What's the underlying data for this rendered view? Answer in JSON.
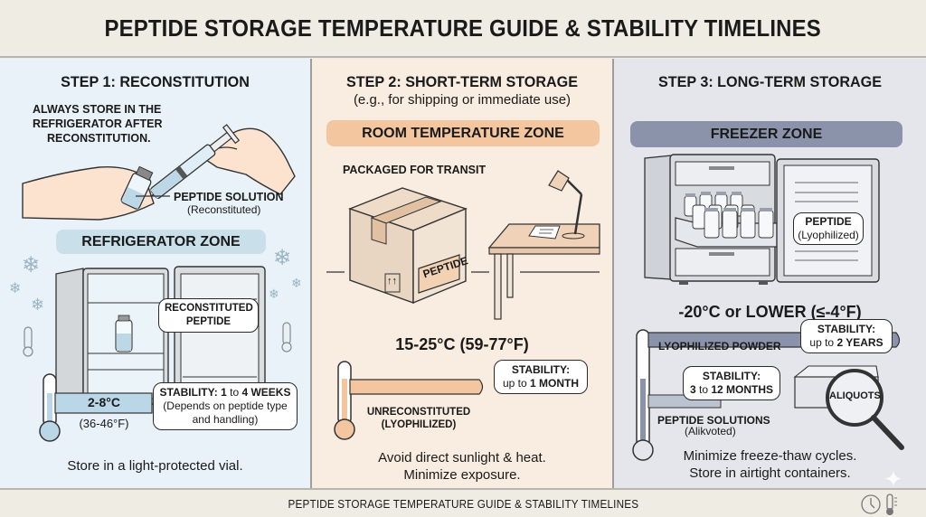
{
  "header": {
    "title": "PEPTIDE STORAGE TEMPERATURE GUIDE & STABILITY TIMELINES"
  },
  "colors": {
    "step1_bg": "#e8f2f8",
    "step2_bg": "#f9ece0",
    "step3_bg": "#e5e6ec",
    "fridge_accent": "#b9d7e6",
    "room_accent": "#f3c6a0",
    "freezer_accent": "#8b93ab"
  },
  "step1": {
    "title": "STEP 1: RECONSTITUTION",
    "instruction_lines": [
      "ALWAYS STORE IN THE",
      "REFRIGERATOR AFTER",
      "RECONSTITUTION."
    ],
    "vial_label": "PEPTIDE SOLUTION",
    "vial_sublabel": "(Reconstituted)",
    "zone": "REFRIGERATOR ZONE",
    "fridge_callout_lines": [
      "RECONSTITUTED",
      "PEPTIDE"
    ],
    "temp_c": "2-8°C",
    "temp_f": "(36-46°F)",
    "stability_label": "STABILITY:",
    "stability_min": "1",
    "stability_to": "to",
    "stability_max": "4 WEEKS",
    "stability_note_lines": [
      "(Depends on peptide type",
      "and handling)"
    ],
    "footer": "Store in a light-protected vial."
  },
  "step2": {
    "title": "STEP 2: SHORT-TERM STORAGE",
    "subtitle": "(e.g., for shipping or immediate use)",
    "zone": "ROOM TEMPERATURE ZONE",
    "transit_label": "PACKAGED FOR TRANSIT",
    "box_label": "PEPTIDE",
    "box_arrows": "↑↑",
    "temp": "15-25°C (59-77°F)",
    "stability_label": "STABILITY:",
    "stability_prefix": "up to",
    "stability_value": "1 MONTH",
    "bar_label_lines": [
      "UNRECONSTITUTED",
      "(LYOPHILIZED)"
    ],
    "footer_lines": [
      "Avoid direct sunlight & heat.",
      "Minimize exposure."
    ]
  },
  "step3": {
    "title": "STEP 3: LONG-TERM STORAGE",
    "zone": "FREEZER ZONE",
    "freezer_callout_title": "PEPTIDE",
    "freezer_callout_sub": "(Lyophilized)",
    "temp": "-20°C or LOWER (≤-4°F)",
    "powder_label": "LYOPHILIZED POWDER",
    "powder_stability_label": "STABILITY:",
    "powder_stability_prefix": "up to",
    "powder_stability_value": "2 YEARS",
    "solution_stability_label": "STABILITY:",
    "solution_stability_min": "3",
    "solution_stability_to": "to",
    "solution_stability_max": "12 MONTHS",
    "solution_label": "PEPTIDE SOLUTIONS",
    "solution_sub": "(Alikvoted)",
    "aliquots_label": "ALIQUOTS",
    "footer_lines": [
      "Minimize freeze-thaw cycles.",
      "Store in airtight containers."
    ]
  },
  "footer": {
    "caption": "PEPTIDE STORAGE TEMPERATURE GUIDE & STABILITY TIMELINES",
    "icons": [
      "clock-icon",
      "thermometer-icon"
    ]
  }
}
